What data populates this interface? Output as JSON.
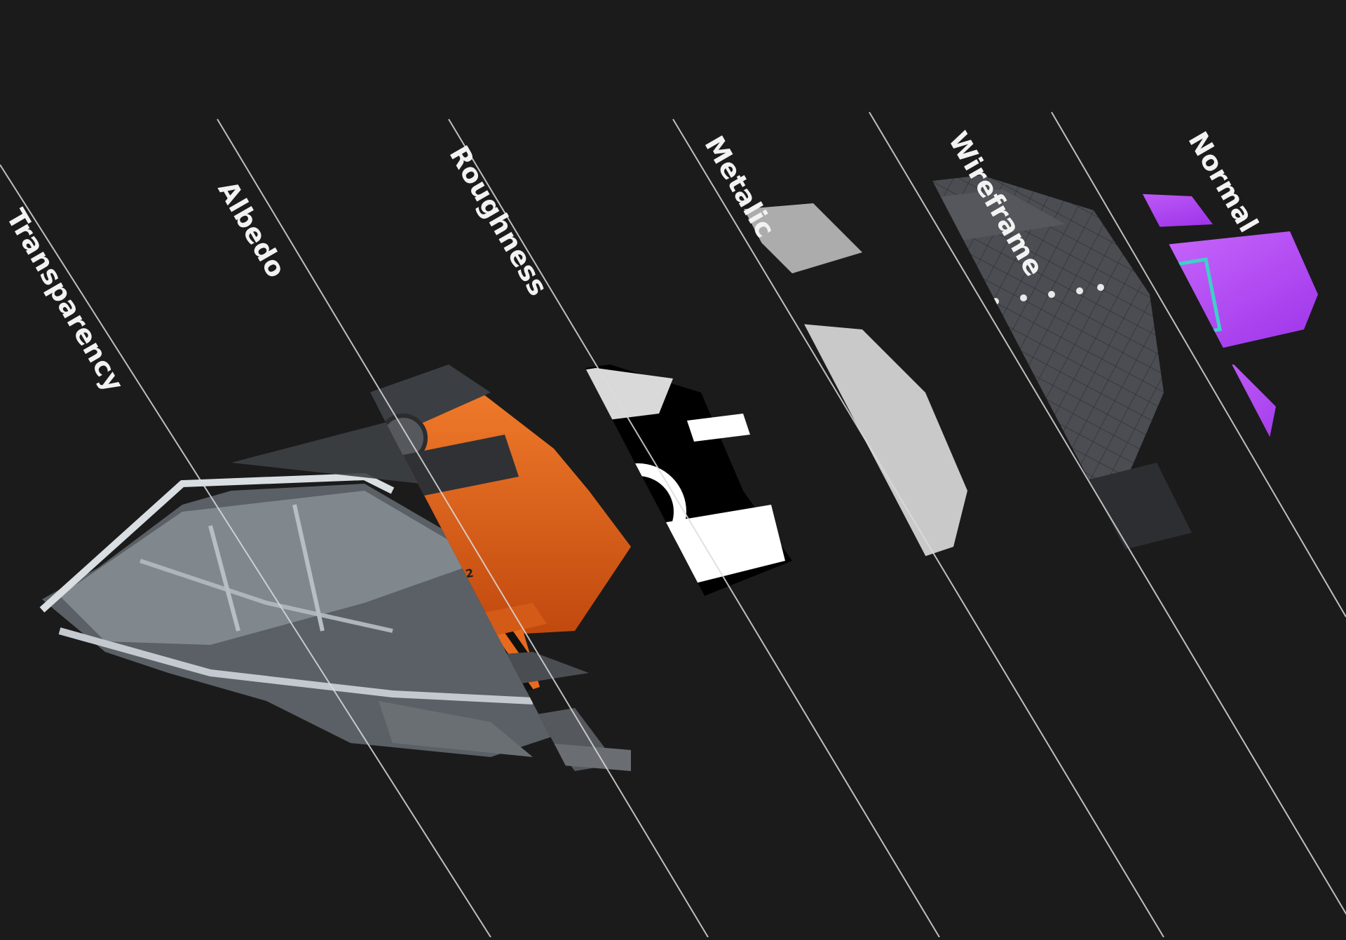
{
  "scene": {
    "background": "#1b1b1b",
    "model_label": "ML-42",
    "passes": [
      {
        "id": "transparency",
        "label": "Transparency",
        "color": "#c9d4dc"
      },
      {
        "id": "albedo",
        "label": "Albedo",
        "color": "#e2621b"
      },
      {
        "id": "roughness",
        "label": "Roughness",
        "color": "#000000"
      },
      {
        "id": "metalic",
        "label": "Metalic",
        "color": "#c9c9c9"
      },
      {
        "id": "wireframe",
        "label": "Wireframe",
        "color": "#4a4c50"
      },
      {
        "id": "normal",
        "label": "Normal",
        "color": "#c050ff"
      }
    ]
  }
}
